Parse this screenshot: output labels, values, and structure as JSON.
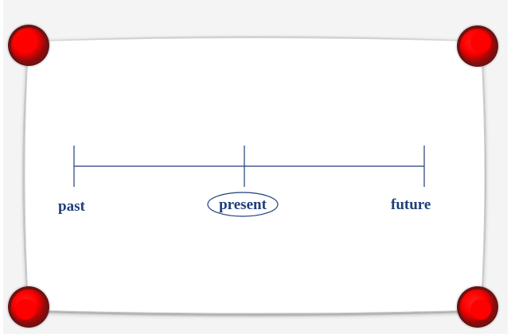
{
  "timeline": {
    "labels": {
      "past": "past",
      "present": "present",
      "future": "future"
    },
    "highlighted": "present"
  },
  "colors": {
    "line": "#1f3f7a",
    "text": "#1f3f7a",
    "pin": "#ff0000",
    "card": "#ffffff"
  },
  "decorations": {
    "corner_pins": [
      "pin-icon",
      "pin-icon",
      "pin-icon",
      "pin-icon"
    ]
  }
}
